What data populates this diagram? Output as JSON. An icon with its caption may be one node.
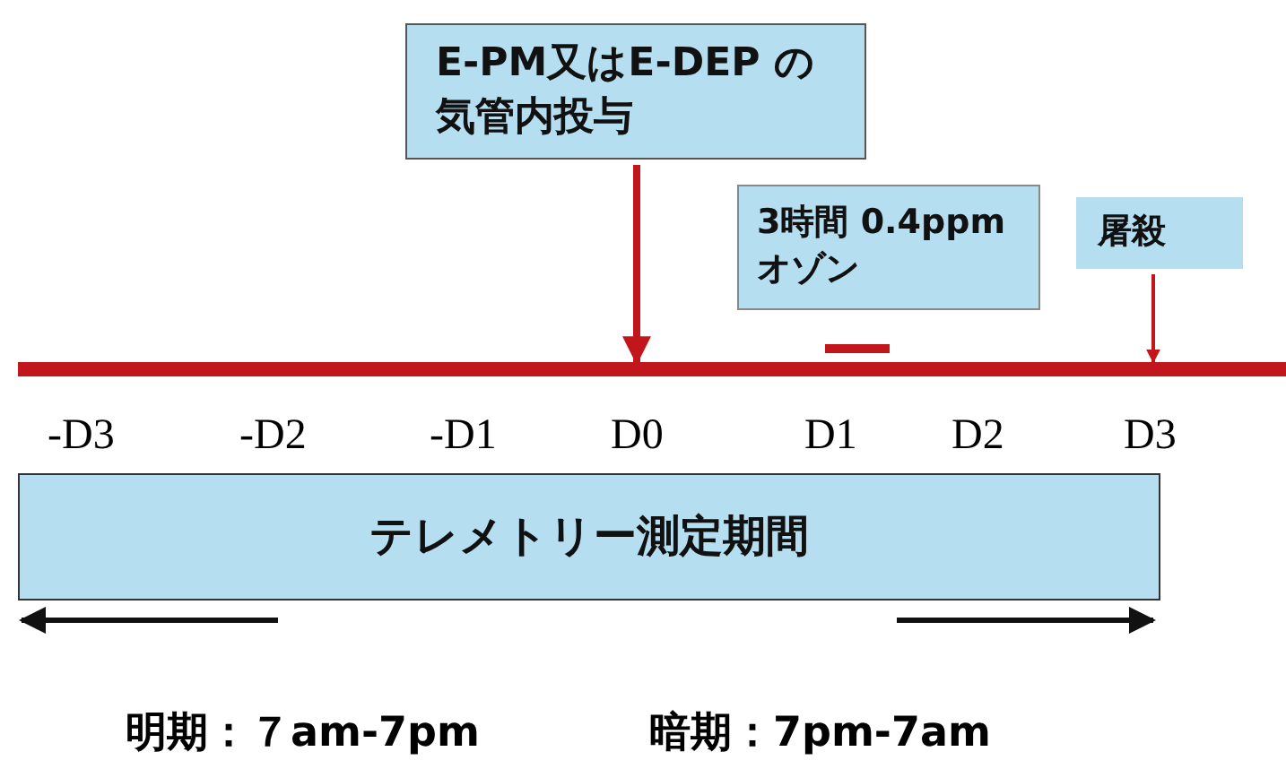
{
  "diagram": {
    "nodes": [
      {
        "text": [
          "E-PM又はE-DEP の気管内投与"
        ]
      },
      {
        "text": [
          "3時間 0.4ppmオゾン"
        ]
      },
      {
        "text": [
          "屠殺"
        ]
      },
      {
        "text": [],
        "shape": "bar"
      },
      {
        "text": [
          "テレメトリー測定期間"
        ]
      }
    ],
    "edges": [
      {
        "from": 0,
        "to": 3,
        "arrow": "to",
        "style": "thick"
      },
      {
        "from": 2,
        "to": 3,
        "arrow": "to"
      }
    ],
    "labels": [
      "-D3",
      "-D2",
      "-D1",
      "D0",
      "D1",
      "D2",
      "D3",
      "明期：７am-7pm",
      "暗期：7pm-7am"
    ]
  }
}
